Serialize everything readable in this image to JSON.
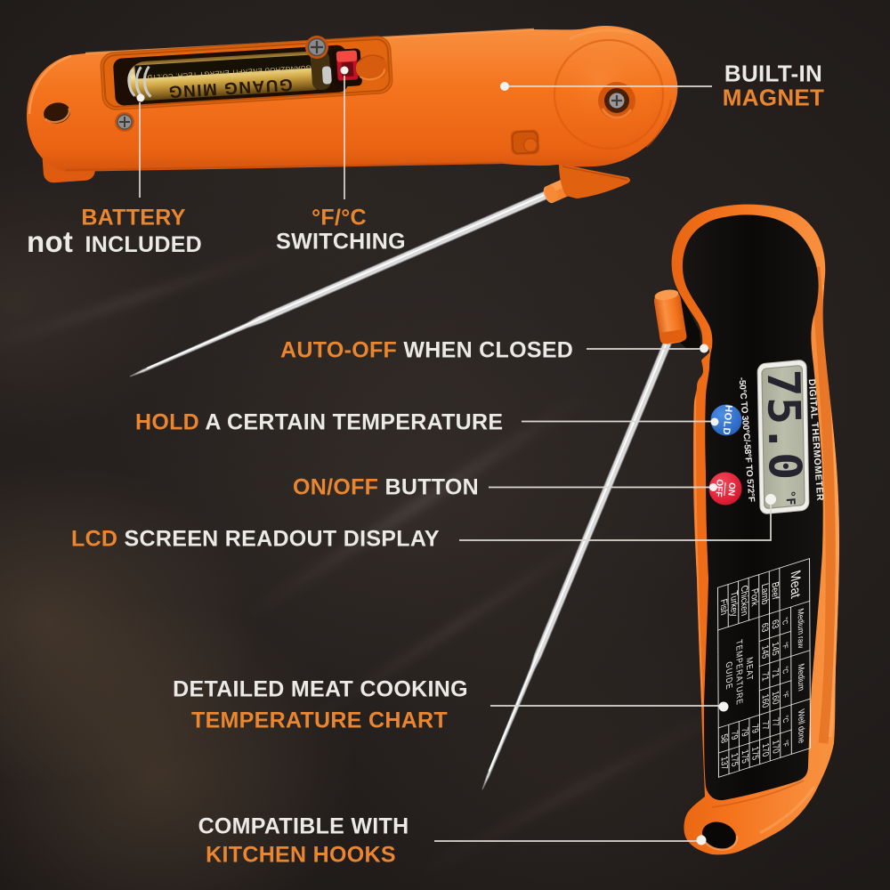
{
  "colors": {
    "accent_orange": "#e9862f",
    "text_white": "#ece9e5",
    "body_orange": "#f5791f",
    "hold_blue": "#2e6cc6",
    "onoff_red": "#de1f35",
    "lcd_green": "#b7b9a7"
  },
  "annotations": {
    "magnet": {
      "line1": "BUILT-IN",
      "line2": "MAGNET"
    },
    "battery": {
      "highlight": "BATTERY",
      "lower": "not",
      "rest": "INCLUDED"
    },
    "switching": {
      "highlight": "°F/°C",
      "rest": "SWITCHING"
    },
    "auto_off": {
      "highlight": "AUTO-OFF",
      "rest": "WHEN CLOSED"
    },
    "hold": {
      "highlight": "HOLD",
      "rest": "A CERTAIN TEMPERATURE"
    },
    "on_off": {
      "highlight": "ON/OFF",
      "rest": "BUTTON"
    },
    "lcd": {
      "highlight": "LCD",
      "rest": "SCREEN READOUT DISPLAY"
    },
    "chart": {
      "line1": "DETAILED MEAT COOKING",
      "line2": "TEMPERATURE CHART"
    },
    "hooks": {
      "line1": "COMPATIBLE WITH",
      "line2": "KITCHEN HOOKS"
    }
  },
  "device": {
    "battery_brand": "GUANG MING",
    "battery_sub": "GUANGZHOU ENERFIT ENERGY TECH. CO.LTD",
    "lcd_reading": "75.0",
    "lcd_unit": "°F",
    "range_label": "-50°C TO 300°C/-58°F TO 572°F",
    "side_label": "DIGITAL THERMOMETER",
    "hold_button": "HOLD",
    "on_label": "ON",
    "off_label": "OFF"
  },
  "chart_data": {
    "type": "table",
    "corner_header": "Meat",
    "col_groups": [
      "Medium raw",
      "Medium",
      "Well done"
    ],
    "unit_c": "°C",
    "unit_f": "°F",
    "guide_line1": "MEAT",
    "guide_line2": "TEMPERATURE",
    "guide_line3": "GUIDE",
    "rows": [
      {
        "meat": "Beef",
        "v": [
          "63",
          "145",
          "71",
          "160",
          "77",
          "170"
        ]
      },
      {
        "meat": "Lamb",
        "v": [
          "63",
          "145",
          "71",
          "160",
          "77",
          "170"
        ]
      },
      {
        "meat": "Pork",
        "v": [
          "79",
          "175"
        ]
      },
      {
        "meat": "Chicken",
        "v": [
          "79",
          "175"
        ]
      },
      {
        "meat": "Turkey",
        "v": [
          "79",
          "175"
        ]
      },
      {
        "meat": "Fish",
        "v": [
          "58",
          "137"
        ]
      }
    ]
  }
}
